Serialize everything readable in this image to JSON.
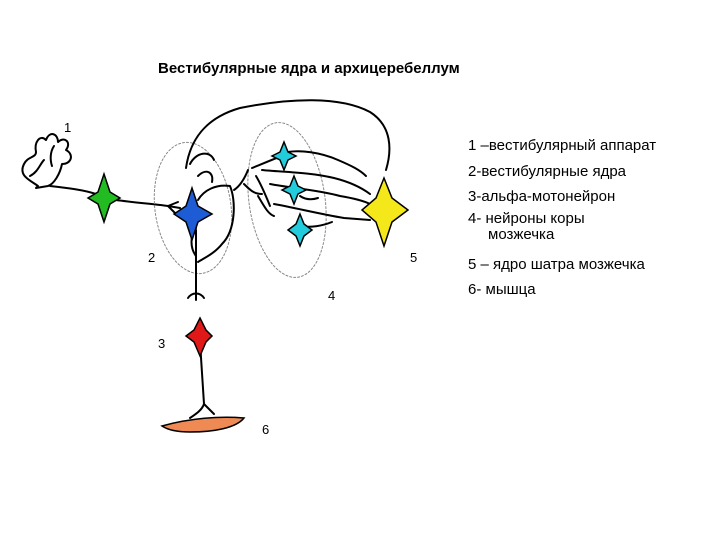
{
  "title": "Вестибулярные ядра и архицеребеллум",
  "legend": [
    "1 –вестибулярный аппарат",
    "2-вестибулярные ядра",
    "3-альфа-мотонейрон",
    "4- нейроны коры",
    "мозжечка",
    "5 – ядро шатра мозжечка",
    "6- мышца"
  ],
  "labels": {
    "l1": "1",
    "l2": "2",
    "l3": "3",
    "l4": "4",
    "l5": "5",
    "l6": "6"
  },
  "colors": {
    "ganglion": "#22bb22",
    "vestibular_nucleus": "#1e5cd6",
    "motoneuron": "#e01818",
    "cortex_neurons": "#22ccdd",
    "fastigial_nucleus": "#f5e81a",
    "muscle": "#f08a55"
  }
}
